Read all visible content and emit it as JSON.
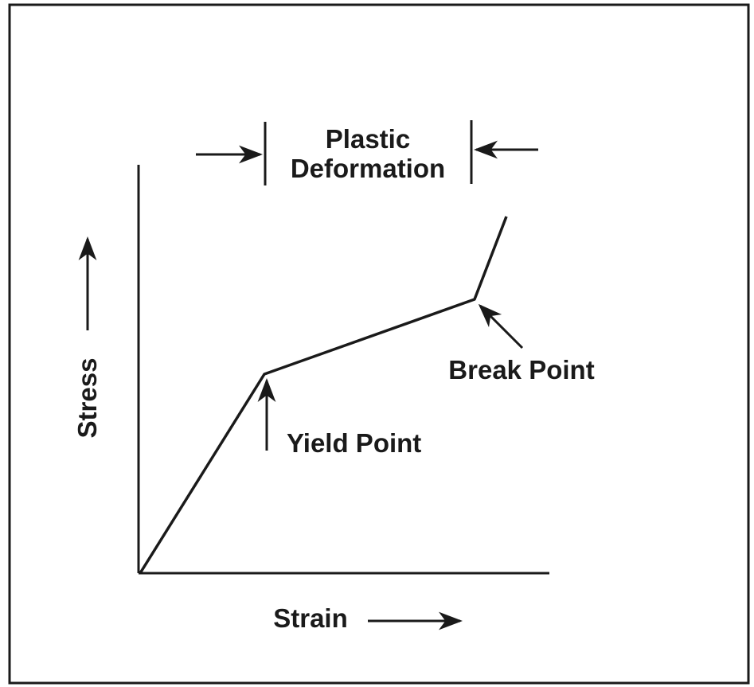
{
  "diagram": {
    "plastic_region_label_line1": "Plastic",
    "plastic_region_label_line2": "Deformation",
    "y_axis_label": "Stress",
    "x_axis_label": "Strain",
    "yield_point_label": "Yield Point",
    "break_point_label": "Break Point",
    "ink_color": "#1a1a1a",
    "background_color": "#ffffff"
  }
}
